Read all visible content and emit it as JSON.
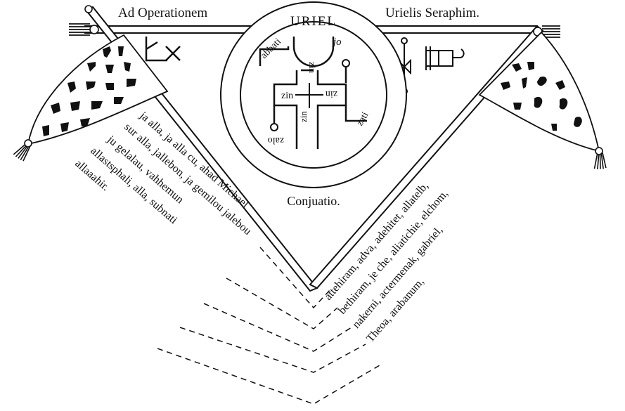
{
  "title_left": "Ad Operationem",
  "title_right": "Urielis Seraphim.",
  "seal_name": "URIEL",
  "seal_words": {
    "top_left": "abbati",
    "top_right": "jo",
    "arm_top": "zin",
    "arm_left": "zin",
    "arm_right": "zin",
    "arm_bottom": "zin",
    "bottom_left": "zalo",
    "bottom_right": "zati"
  },
  "conjuatio_label": "Conjuatio.",
  "left_lines": [
    "ja alla, ja alla cu, ahad Michael",
    "sur alla, jallebon, ja gemilou jalebou",
    "ju gelalau, vahhemun",
    "allastsphali, alla, subnati",
    "allaaahir."
  ],
  "right_lines": [
    "attehiram, adva, adehitet, allatelb,",
    "bethiram, je che, aliatichie, elchom,",
    "nakerni, actermenak, gabriel,",
    "Theoa, arabanum,"
  ],
  "colors": {
    "ink": "#111111",
    "paper": "#ffffff"
  }
}
